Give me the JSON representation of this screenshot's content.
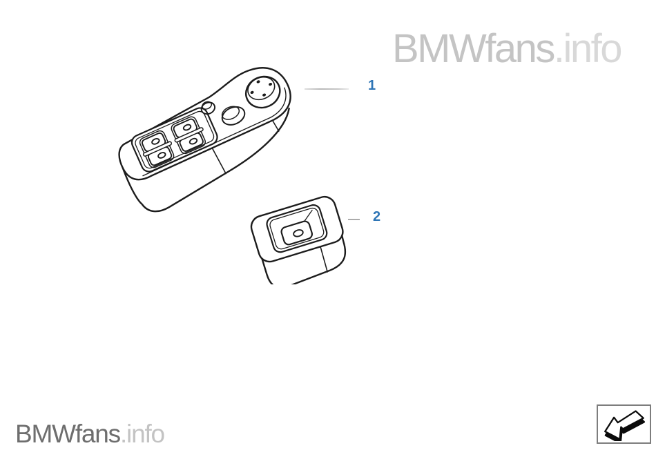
{
  "watermark_top_right": {
    "name": "BMWfans",
    "tld": ".info"
  },
  "watermark_bottom_left": {
    "name": "BMWfans",
    "tld": ".info"
  },
  "callouts": {
    "item1": "1",
    "item2": "2"
  },
  "icons": {
    "nav_back": "back-arrow-icon"
  },
  "colors": {
    "callout_blue": "#2e75b6",
    "line_art": "#1c1c1c",
    "watermark_top_primary": "#c4c4c4",
    "watermark_top_secondary": "#d8d8d8",
    "watermark_bottom_primary": "#6e6e6e",
    "watermark_bottom_secondary": "#c3c3c3",
    "leader_line": "#b8b8b8",
    "nav_border": "#7d7d7d"
  }
}
